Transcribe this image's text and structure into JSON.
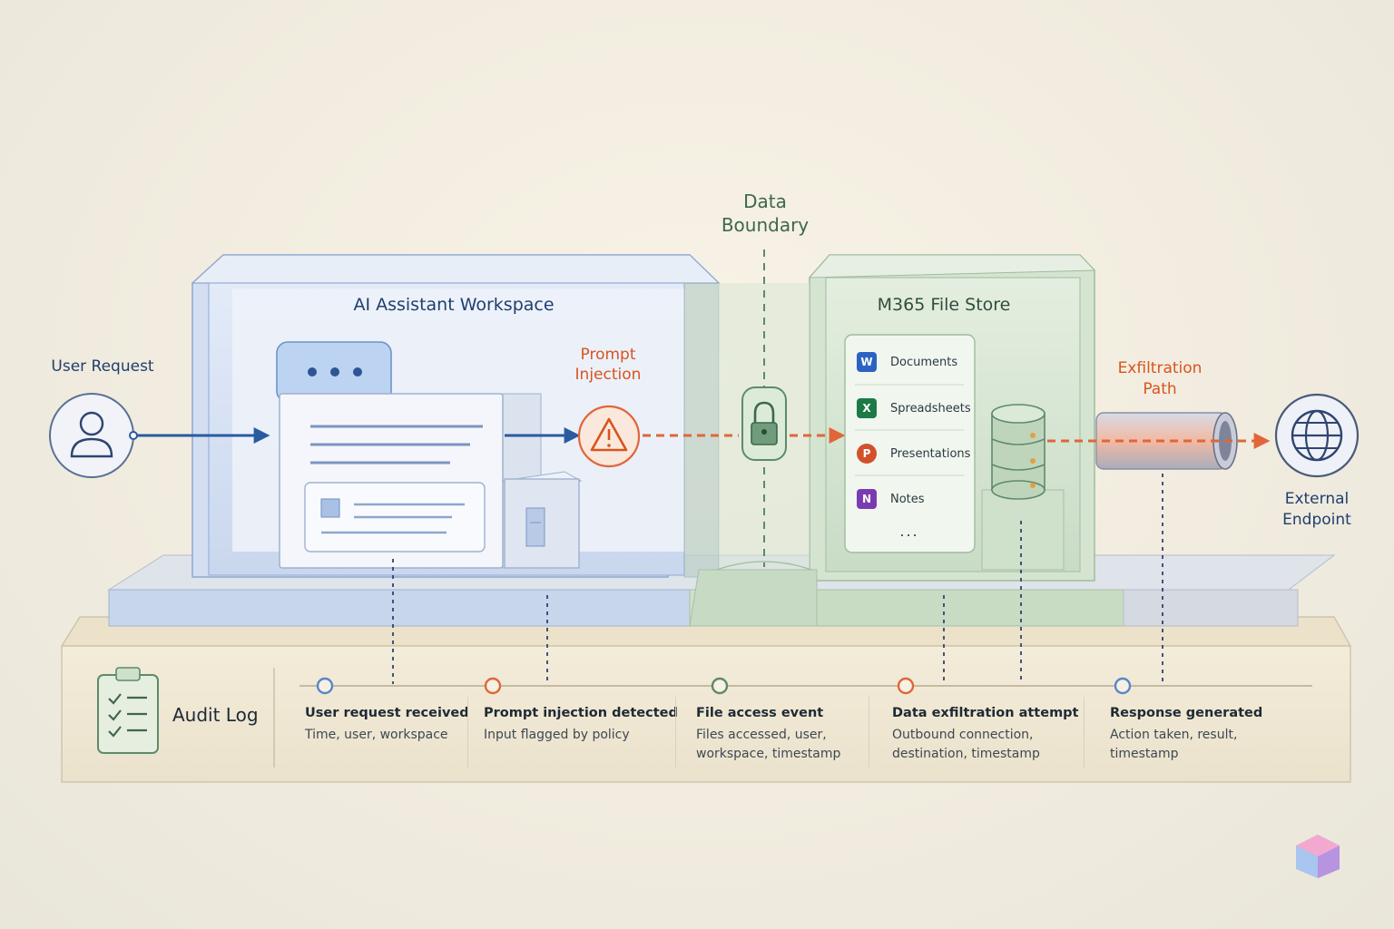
{
  "labels": {
    "user_request": "User Request",
    "workspace_title": "AI Assistant Workspace",
    "prompt_injection": [
      "Prompt",
      "Injection"
    ],
    "data_boundary": [
      "Data",
      "Boundary"
    ],
    "file_store_title": "M365 File Store",
    "exfiltration_path": [
      "Exfiltration",
      "Path"
    ],
    "external_endpoint": [
      "External",
      "Endpoint"
    ]
  },
  "file_store": {
    "items": [
      {
        "label": "Documents",
        "icon": "word-icon",
        "glyph": "W",
        "color": "#2b63c4"
      },
      {
        "label": "Spreadsheets",
        "icon": "excel-icon",
        "glyph": "X",
        "color": "#1d7a46"
      },
      {
        "label": "Presentations",
        "icon": "powerpoint-icon",
        "glyph": "P",
        "color": "#d2512a"
      },
      {
        "label": "Notes",
        "icon": "onenote-icon",
        "glyph": "N",
        "color": "#7a3bb0"
      }
    ],
    "more": "..."
  },
  "audit_log": {
    "title": "Audit Log",
    "events": [
      {
        "title": "User request received",
        "detail": "Time, user, workspace",
        "dot_color": "#5b86c8"
      },
      {
        "title": "Prompt injection detected",
        "detail": "Input flagged by policy",
        "dot_color": "#e0663a"
      },
      {
        "title": "File access event",
        "detail": "Files accessed, user, workspace, timestamp",
        "dot_color": "#5d8a6c"
      },
      {
        "title": "Data exfiltration attempt",
        "detail": "Outbound connection, destination, timestamp",
        "dot_color": "#e0663a"
      },
      {
        "title": "Response generated",
        "detail": "Action taken, result, timestamp",
        "dot_color": "#5b86c8"
      }
    ]
  },
  "colors": {
    "blue_flow": "#2a5aa0",
    "orange_flow": "#e0663a",
    "green_zone": "#6f9c7a",
    "blue_zone": "#7d9ccc"
  }
}
